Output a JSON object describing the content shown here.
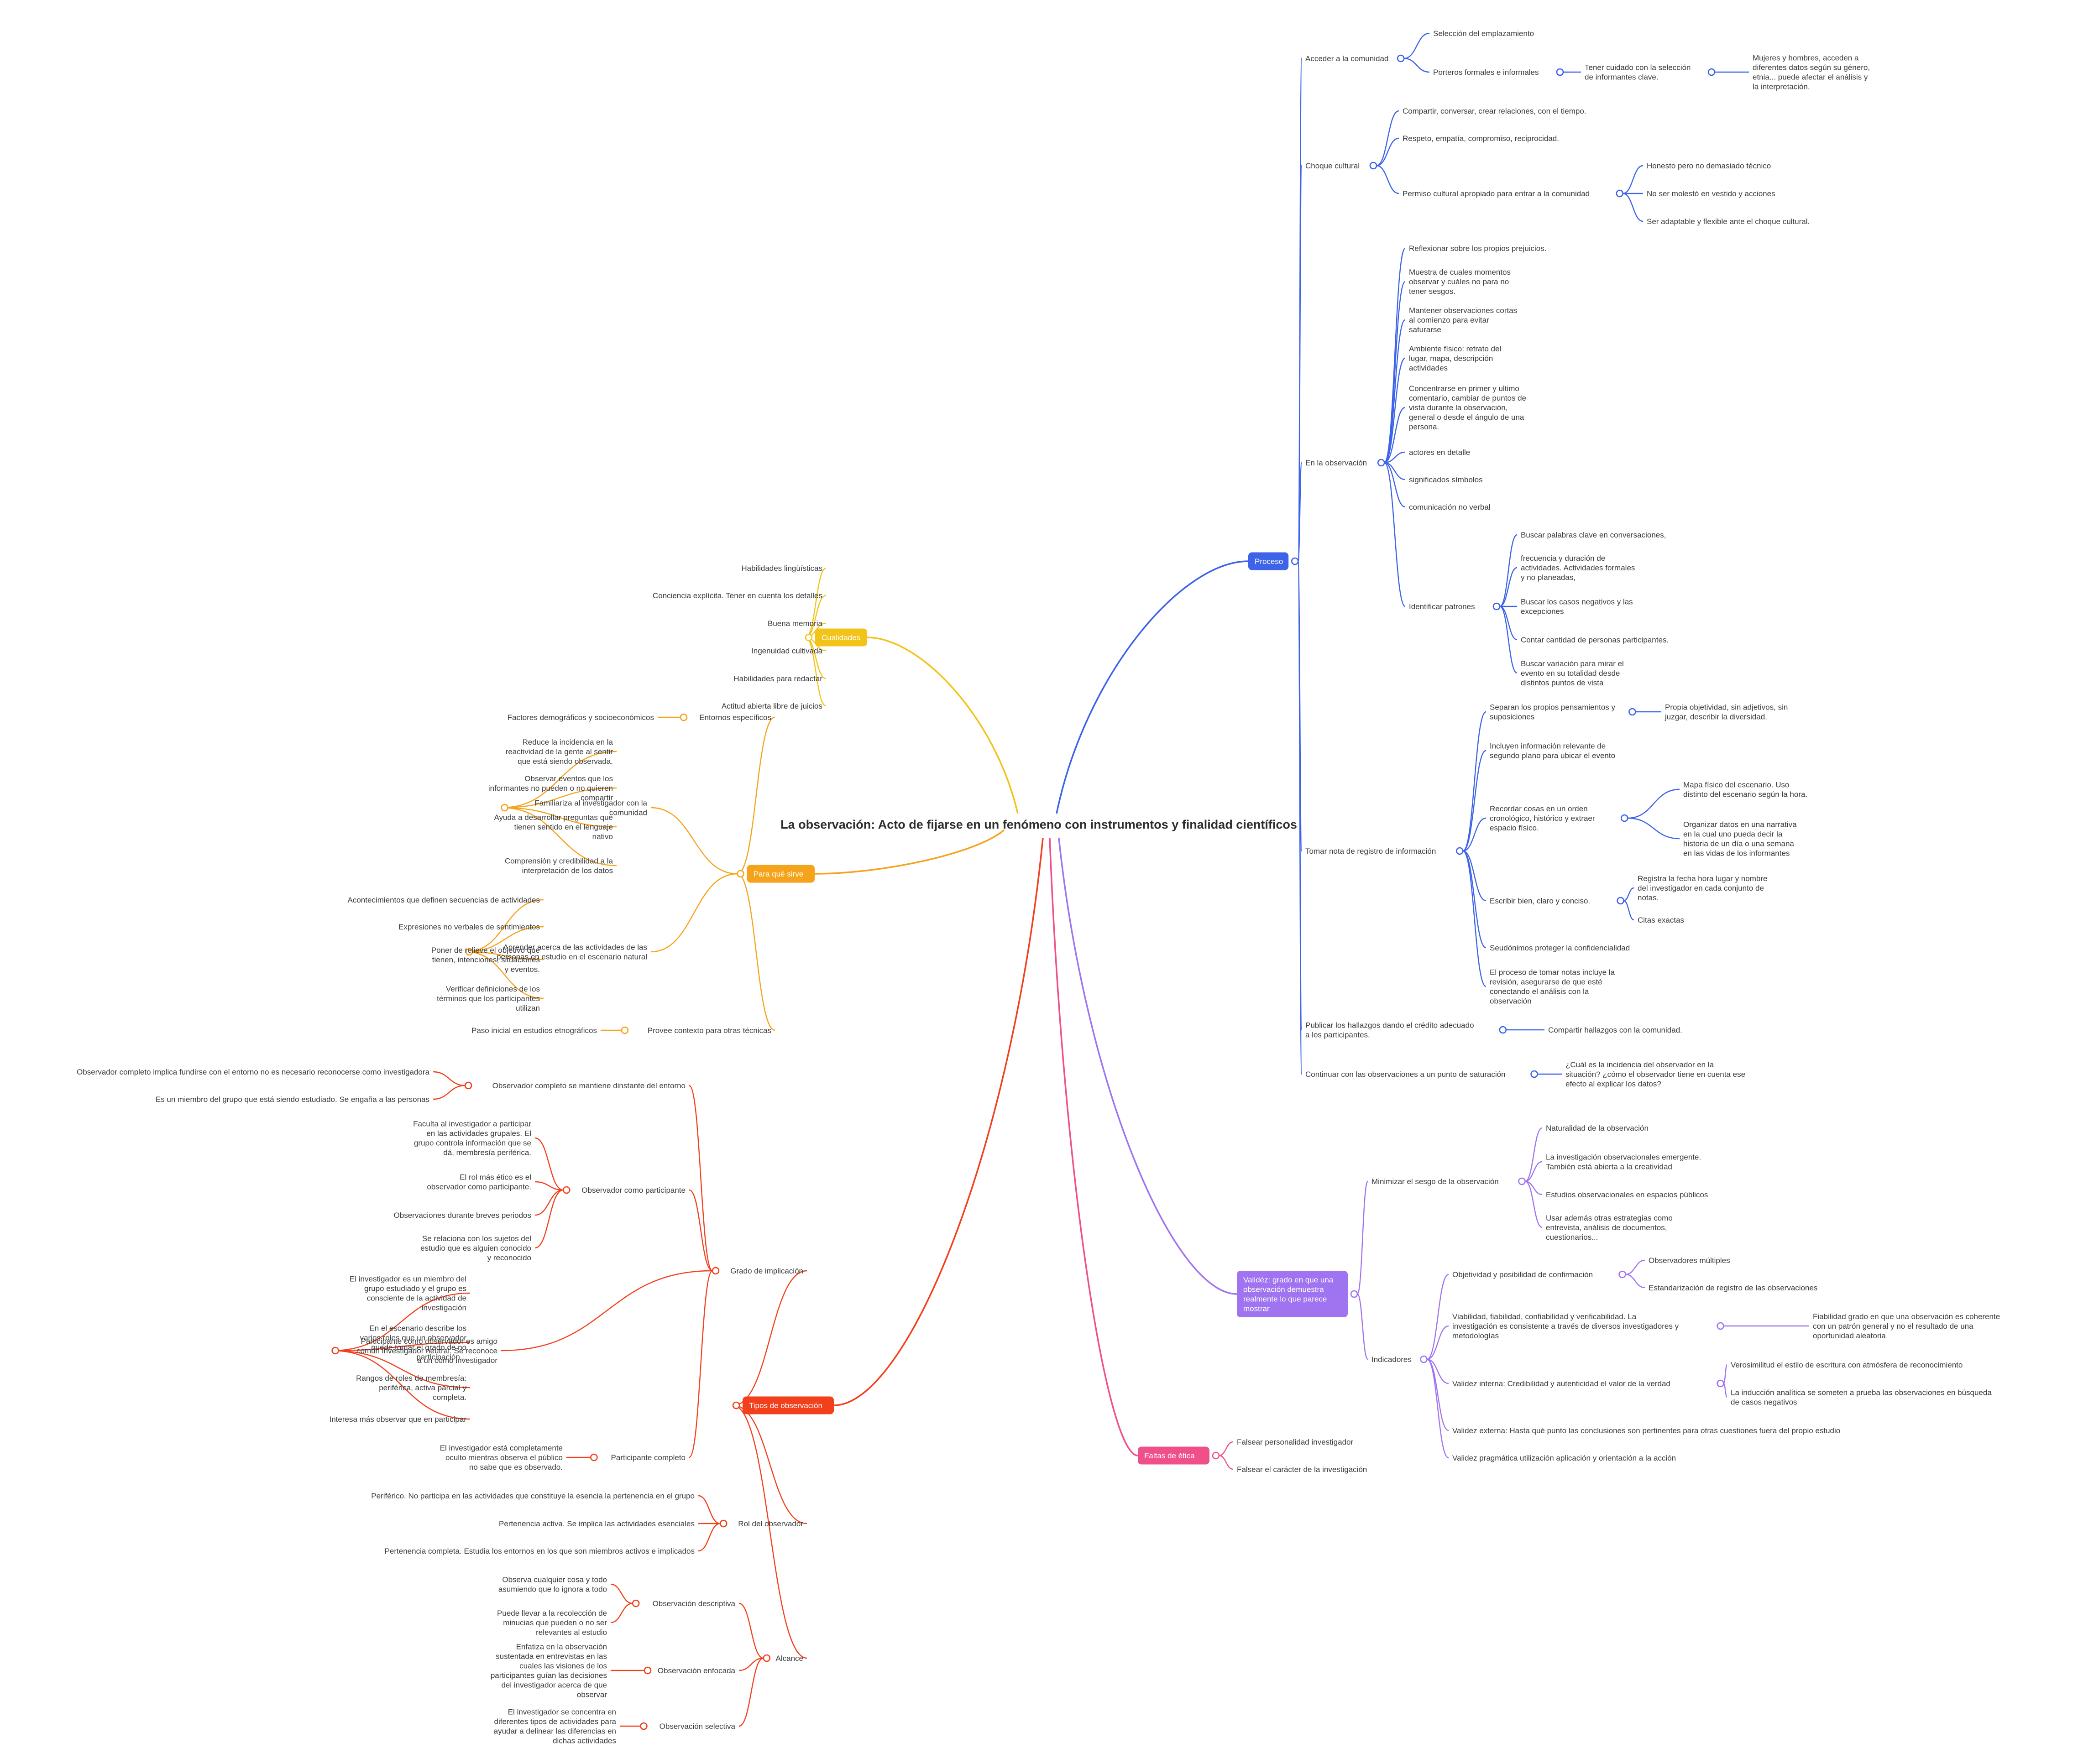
{
  "central": "La observación: Acto de fijarse en un fenómeno con instrumentos y finalidad científicos",
  "colors": {
    "proceso": "#3d63e8",
    "cualidades": "#f2c318",
    "para_que": "#f5a31a",
    "tipos": "#f2401c",
    "validez": "#a073f0",
    "faltas": "#f0508a"
  },
  "branches": {
    "proceso": {
      "label": "Proceso",
      "children": [
        {
          "label": "Acceder a la comunidad",
          "children": [
            {
              "label": "Selección del emplazamiento"
            },
            {
              "label": "Porteros formales e informales",
              "children": [
                {
                  "label": "Tener cuidado con la selección de informantes clave.",
                  "children": [
                    {
                      "label": "Mujeres y hombres, acceden a diferentes datos según su género, etnia... puede afectar el análisis y la interpretación."
                    }
                  ]
                }
              ]
            }
          ]
        },
        {
          "label": "Choque cultural",
          "children": [
            {
              "label": "Compartir, conversar, crear relaciones, con el tiempo."
            },
            {
              "label": "Respeto, empatía, compromiso, reciprocidad."
            },
            {
              "label": "Permiso cultural apropiado para entrar a la comunidad",
              "children": [
                {
                  "label": "Honesto pero no demasiado técnico"
                },
                {
                  "label": "No ser molestó en vestido y acciones"
                },
                {
                  "label": "Ser adaptable y flexible ante el choque cultural."
                }
              ]
            }
          ]
        },
        {
          "label": "En la observación",
          "children": [
            {
              "label": "Reflexionar sobre los propios prejuicios."
            },
            {
              "label": "Muestra de cuales momentos observar y cuáles no para no tener sesgos."
            },
            {
              "label": "Mantener observaciones cortas al comienzo para evitar saturarse"
            },
            {
              "label": "Ambiente físico: retrato del lugar, mapa, descripción actividades"
            },
            {
              "label": "Concentrarse en primer y ultimo comentario, cambiar de puntos de vista durante la observación, general o desde el ángulo de una persona."
            },
            {
              "label": "actores en detalle"
            },
            {
              "label": "significados símbolos"
            },
            {
              "label": "comunicación no verbal"
            },
            {
              "label": "Identificar patrones",
              "children": [
                {
                  "label": "Buscar palabras clave en conversaciones,"
                },
                {
                  "label": "frecuencia y duración de actividades. Actividades formales y no planeadas,"
                },
                {
                  "label": "Buscar los casos negativos y las excepciones"
                },
                {
                  "label": "Contar cantidad de personas participantes."
                },
                {
                  "label": "Buscar variación para mirar el evento en su totalidad desde distintos puntos de vista"
                }
              ]
            }
          ]
        },
        {
          "label": "Tomar nota de registro de información",
          "children": [
            {
              "label": "Separan los propios pensamientos y suposiciones",
              "children": [
                {
                  "label": "Propia objetividad, sin adjetivos, sin juzgar, describir la diversidad."
                }
              ]
            },
            {
              "label": "Incluyen información relevante de segundo plano para ubicar el evento"
            },
            {
              "label": "Recordar cosas en un orden cronológico, histórico y extraer espacio físico.",
              "children": [
                {
                  "label": "Mapa físico del escenario. Uso distinto del escenario según la hora."
                },
                {
                  "label": "Organizar datos en una narrativa en la cual uno pueda decir la historia de un día o una semana en las vidas de los informantes"
                }
              ]
            },
            {
              "label": "Escribir bien, claro y conciso.",
              "children": [
                {
                  "label": "Registra la fecha hora lugar y nombre del investigador en cada conjunto de notas."
                },
                {
                  "label": "Citas exactas"
                }
              ]
            },
            {
              "label": "Seudónimos proteger la confidencialidad"
            },
            {
              "label": "El proceso de tomar notas incluye la revisión, asegurarse de que esté conectando el análisis con la observación"
            }
          ]
        },
        {
          "label": "Publicar los hallazgos dando el crédito adecuado a los participantes.",
          "children": [
            {
              "label": "Compartir hallazgos con la comunidad."
            }
          ]
        },
        {
          "label": "Continuar con las observaciones a un punto de saturación",
          "children": [
            {
              "label": "¿Cuál es la incidencia del observador en la situación? ¿cómo el observador tiene en cuenta ese efecto al explicar los datos?"
            }
          ]
        }
      ]
    },
    "cualidades": {
      "label": "Cualidades",
      "children": [
        {
          "label": "Habilidades lingüísticas"
        },
        {
          "label": "Conciencia explícita. Tener en cuenta los detalles"
        },
        {
          "label": "Buena memoria"
        },
        {
          "label": "Ingenuidad cultivada"
        },
        {
          "label": "Habilidades para redactar"
        },
        {
          "label": "Actitud abierta libre de juicios"
        }
      ]
    },
    "para_que": {
      "label": "Para qué sirve",
      "children": [
        {
          "label": "Entornos específicos",
          "children": [
            {
              "label": "Factores demográficos y socioeconómicos"
            }
          ]
        },
        {
          "label": "Familiariza al investigador con la comunidad",
          "children": [
            {
              "label": "Reduce la incidencia en la reactividad de la gente al sentir que está siendo observada."
            },
            {
              "label": "Observar eventos que los informantes no pueden o no quieren compartir"
            },
            {
              "label": "Ayuda a desarrollar preguntas que tienen sentido en el lenguaje nativo"
            },
            {
              "label": "Comprensión y credibilidad a la interpretación de los datos"
            }
          ]
        },
        {
          "label": "Aprender acerca de las actividades de las personas en estudio en el escenario natural",
          "children": [
            {
              "label": "Acontecimientos que definen secuencias de actividades"
            },
            {
              "label": "Expresiones no verbales de sentimientos"
            },
            {
              "label": "Poner de relieve el objetivo que tienen, intenciones, situaciones y eventos."
            },
            {
              "label": "Verificar definiciones de los términos que los participantes utilizan"
            }
          ]
        },
        {
          "label": "Provee contexto para otras técnicas",
          "children": [
            {
              "label": "Paso inicial en estudios etnográficos"
            }
          ]
        }
      ]
    },
    "tipos": {
      "label": "Tipos de observación",
      "children": [
        {
          "label": "Grado de implicación",
          "children": [
            {
              "label": "Observador completo se mantiene dinstante del entorno",
              "children": [
                {
                  "label": "Observador completo implica fundirse con el entorno no es necesario reconocerse como investigadora"
                },
                {
                  "label": "Es un miembro del grupo que está siendo estudiado. Se engaña a las personas"
                }
              ]
            },
            {
              "label": "Observador como participante",
              "children": [
                {
                  "label": "Faculta al investigador a participar en las actividades grupales. El grupo controla información que se dá, membresía periférica."
                },
                {
                  "label": "El rol más ético es el observador como participante."
                },
                {
                  "label": "Observaciones durante breves periodos"
                },
                {
                  "label": "Se relaciona con los sujetos del estudio que es alguien conocido y reconocido"
                }
              ]
            },
            {
              "label": "Participante como observador es amigo común investigador neutral. Se reconoce a un como investigador",
              "children": [
                {
                  "label": "El investigador es un miembro del grupo estudiado y el grupo es consciente de la actividad de investigación"
                },
                {
                  "label": "En el escenario describe los varios roles que un observador puede tomar el grado de no participación..."
                },
                {
                  "label": "Rangos de roles de membresía: periférica, activa parcial y completa."
                },
                {
                  "label": "Interesa más observar que en participar"
                }
              ]
            },
            {
              "label": "Participante completo",
              "children": [
                {
                  "label": "El investigador está completamente oculto mientras observa el público no sabe que es observado."
                }
              ]
            }
          ]
        },
        {
          "label": "Rol del observador",
          "children": [
            {
              "label": "Periférico. No participa en las actividades que constituye la esencia la pertenencia en el grupo"
            },
            {
              "label": "Pertenencia activa. Se implica las actividades esenciales"
            },
            {
              "label": "Pertenencia completa. Estudia los entornos en los que son miembros activos e implicados"
            }
          ]
        },
        {
          "label": "Alcance",
          "children": [
            {
              "label": "Observación descriptiva",
              "children": [
                {
                  "label": "Observa cualquier cosa y todo asumiendo que lo ignora a todo"
                },
                {
                  "label": "Puede llevar a la recolección de minucias que pueden o no ser relevantes al estudio"
                }
              ]
            },
            {
              "label": "Observación enfocada",
              "children": [
                {
                  "label": "Enfatiza en la observación sustentada en entrevistas en las cuales las visiones de los participantes guían las decisiones del investigador acerca de que observar"
                }
              ]
            },
            {
              "label": "Observación selectiva",
              "children": [
                {
                  "label": "El investigador se concentra en diferentes tipos de actividades para ayudar a delinear las diferencias en dichas actividades"
                }
              ]
            }
          ]
        }
      ]
    },
    "validez": {
      "label": "Validéz: grado en que una observación demuestra realmente lo que parece mostrar",
      "children": [
        {
          "label": "Minimizar el sesgo de la observación",
          "children": [
            {
              "label": "Naturalidad de la observación"
            },
            {
              "label": "La investigación observacionales emergente. También está abierta a la creatividad"
            },
            {
              "label": "Estudios observacionales en espacios públicos"
            },
            {
              "label": "Usar además otras estrategias como entrevista, análisis de documentos, cuestionarios..."
            }
          ]
        },
        {
          "label": "Indicadores",
          "children": [
            {
              "label": "Objetividad y posibilidad de confirmación",
              "children": [
                {
                  "label": "Observadores múltiples"
                },
                {
                  "label": "Estandarización de registro de las observaciones"
                }
              ]
            },
            {
              "label": "Viabilidad, fiabilidad, confiabilidad y verificabilidad. La investigación es consistente a través de diversos investigadores y metodologías",
              "children": [
                {
                  "label": "Fiabilidad grado en que una observación es coherente con un patrón general y no el resultado de una oportunidad aleatoria"
                }
              ]
            },
            {
              "label": "Validez interna: Credibilidad y autenticidad el valor de la verdad",
              "children": [
                {
                  "label": "Verosimilitud el estilo de escritura con atmósfera de reconocimiento"
                },
                {
                  "label": "La inducción analítica se someten a prueba las observaciones en búsqueda de casos negativos"
                }
              ]
            },
            {
              "label": "Validez externa: Hasta qué punto las conclusiones son pertinentes para otras cuestiones fuera del propio estudio"
            },
            {
              "label": "Validez pragmática utilización aplicación y orientación a la acción"
            }
          ]
        }
      ]
    },
    "faltas": {
      "label": "Faltas de ética",
      "children": [
        {
          "label": "Falsear personalidad investigador"
        },
        {
          "label": "Falsear el carácter de la investigación"
        }
      ]
    }
  }
}
